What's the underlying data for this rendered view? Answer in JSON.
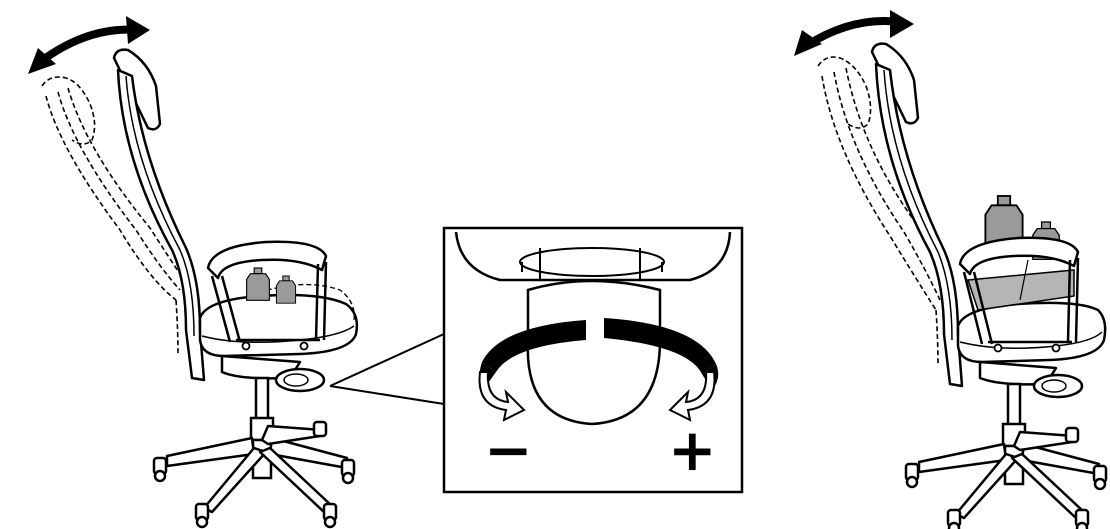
{
  "diagram": {
    "description_labels": {
      "minus": "−",
      "plus": "+"
    },
    "colors": {
      "line": "#000000",
      "background": "#ffffff",
      "weight_fill": "#9a9a9a",
      "seat_shadow": "#b5b5b5"
    },
    "icons": {
      "left_chair": "office-chair-light-tension",
      "right_chair": "office-chair-heavy-tension",
      "tilt_arrow": "double-headed-curved-arrow",
      "weights": "weight-icon",
      "knob": "tension-knob",
      "rotate_arrows": "rotation-arrow-icon"
    }
  }
}
